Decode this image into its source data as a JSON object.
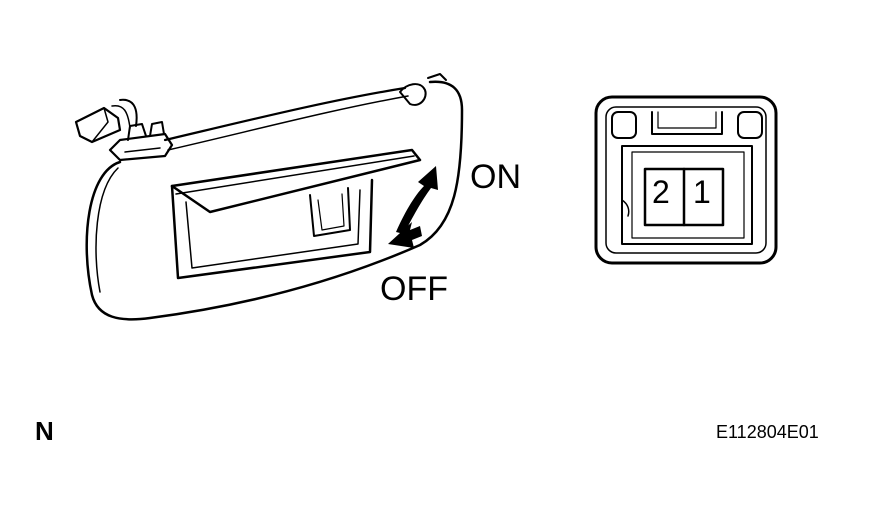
{
  "labels": {
    "on": "ON",
    "off": "OFF",
    "corner_letter": "N",
    "figure_code": "E112804E01"
  },
  "connector": {
    "pins": [
      "2",
      "1"
    ]
  },
  "colors": {
    "line": "#000000",
    "background": "#ffffff"
  },
  "icons": {
    "switch_direction": "double-curved-arrow-icon"
  }
}
